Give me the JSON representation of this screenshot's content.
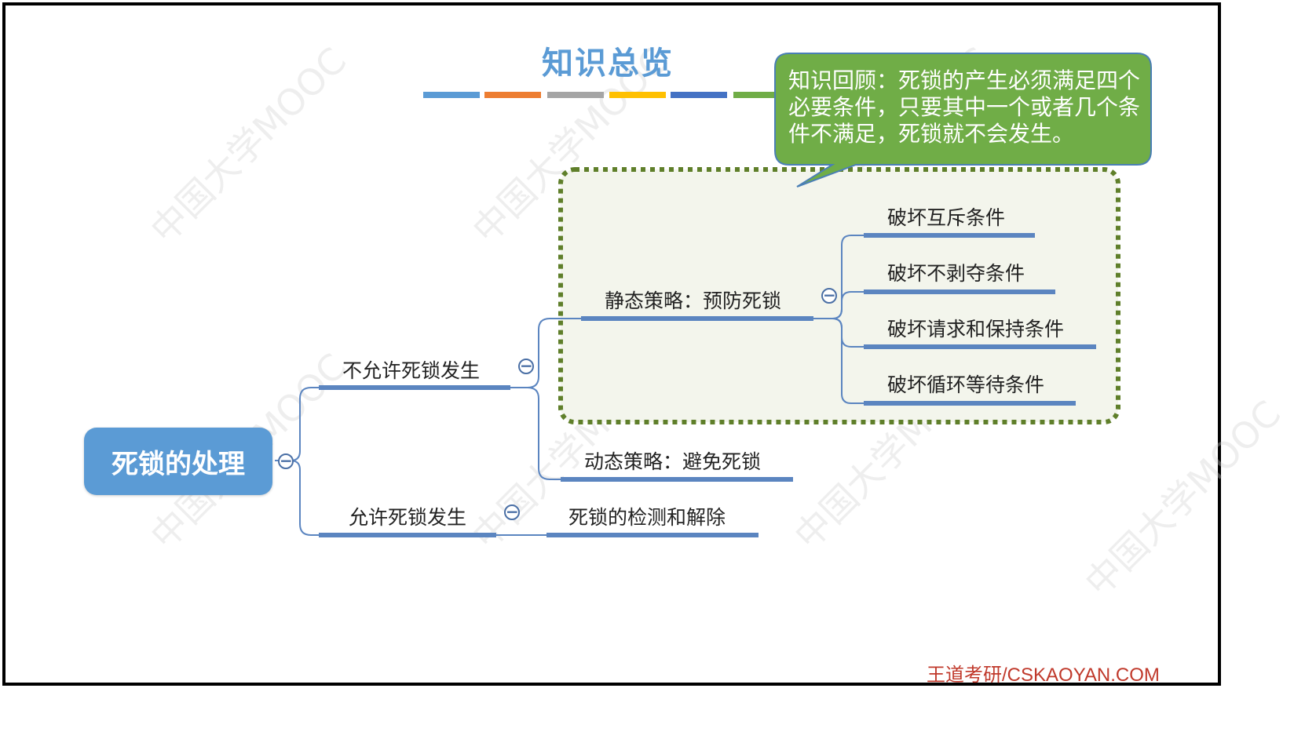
{
  "header": {
    "title": "知识总览"
  },
  "color_bar": [
    "#5b9bd5",
    "#ed7d31",
    "#a5a5a5",
    "#ffc000",
    "#4472c4",
    "#70ad47"
  ],
  "callout": {
    "text": "知识回顾：死锁的产生必须满足四个必要条件，只要其中一个或者几个条件不满足，死锁就不会发生。",
    "color": "#70ad47"
  },
  "mindmap": {
    "root": "死锁的处理",
    "not_allow": "不允许死锁发生",
    "static": "静态策略：预防死锁",
    "dynamic": "动态策略：避免死锁",
    "allow": "允许死锁发生",
    "detect": "死锁的检测和解除",
    "prevent": [
      "破坏互斥条件",
      "破坏不剥夺条件",
      "破坏请求和保持条件",
      "破坏循环等待条件"
    ]
  },
  "footer": "王道考研/CSKAOYAN.COM",
  "watermark": "中国大学MOOC"
}
